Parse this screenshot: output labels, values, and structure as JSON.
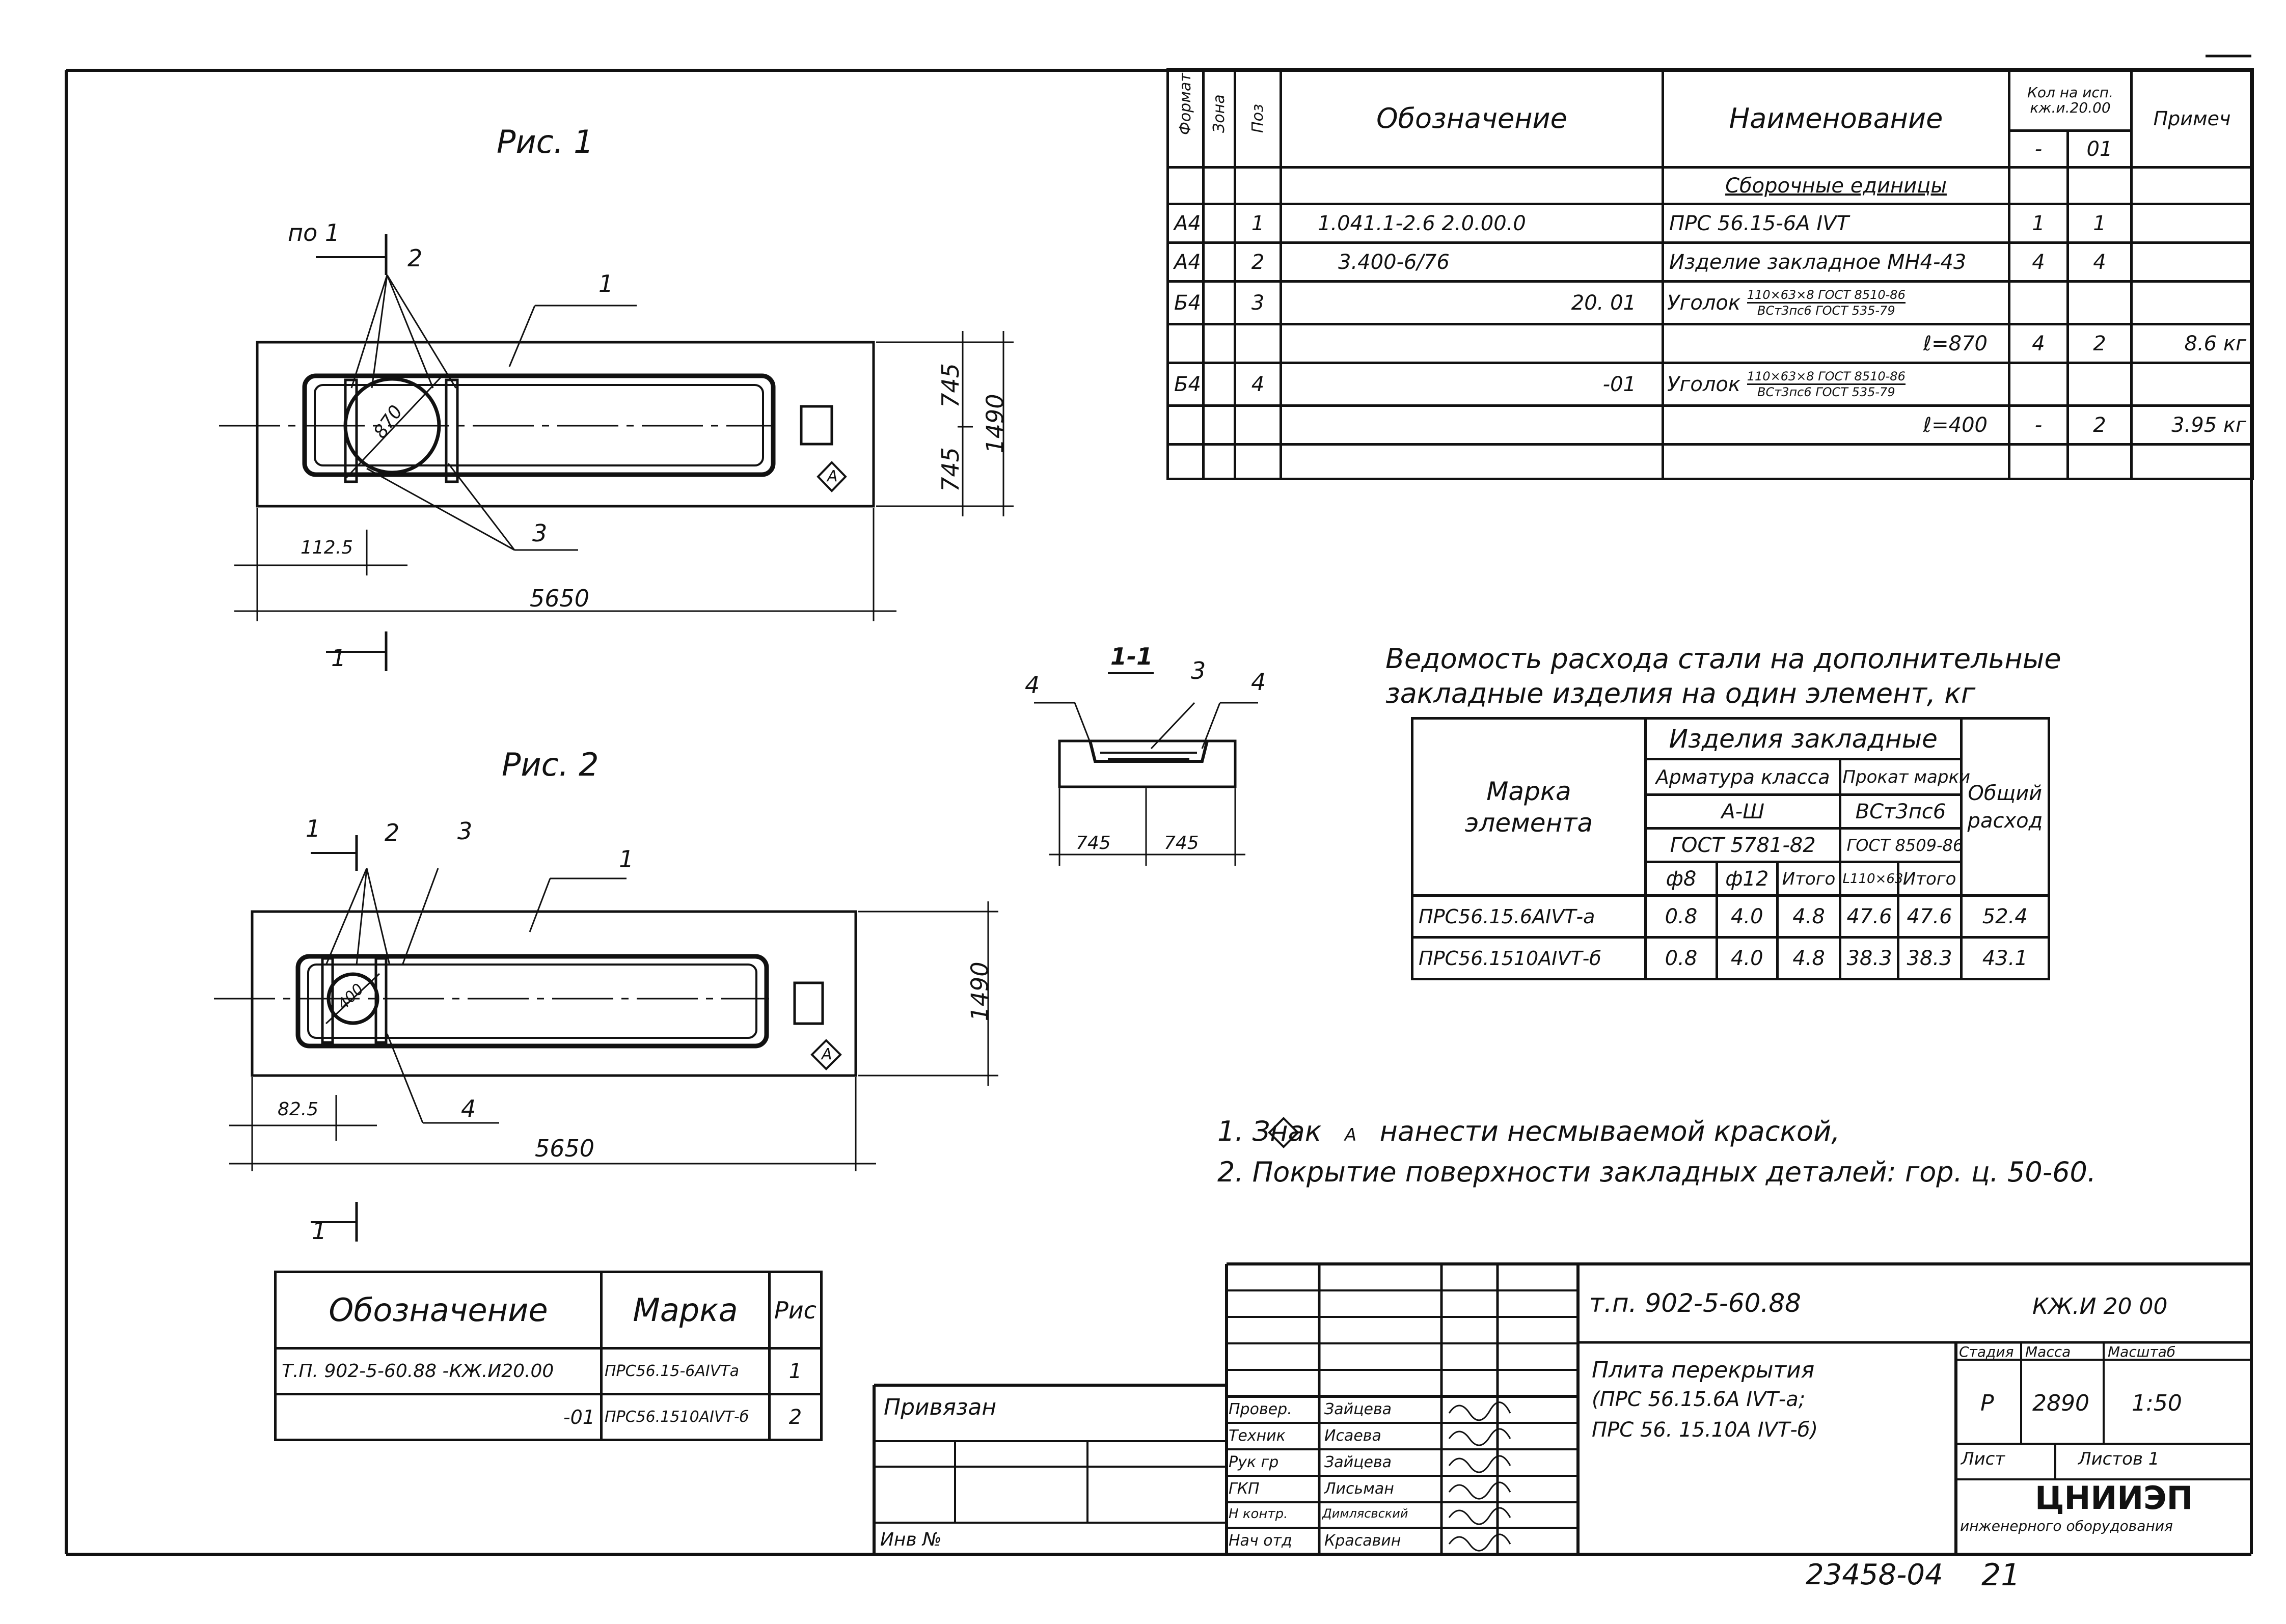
{
  "spec": {
    "headers": {
      "format": "Формат",
      "zone": "Зона",
      "pos": "Поз",
      "designation": "Обозначение",
      "name": "Наименование",
      "qty": "Кол на исп. кж.и.20.00",
      "qty_a": "-",
      "qty_b": "01",
      "note": "Примеч"
    },
    "section": "Сборочные единицы",
    "rows": [
      {
        "format": "А4",
        "pos": "1",
        "designation": "1.041.1-2.6 2.0.00.0",
        "name": "ПРС 56.15-6А IVТ",
        "qa": "1",
        "qb": "1",
        "note": ""
      },
      {
        "format": "А4",
        "pos": "2",
        "designation": "3.400-6/76",
        "name": "Изделие закладное МН4-43",
        "qa": "4",
        "qb": "4",
        "note": ""
      },
      {
        "format": "Б4",
        "pos": "3",
        "designation": "20. 01",
        "name": "Уголок",
        "frac_top": "110×63×8 ГОСТ 8510-86",
        "frac_bottom": "ВСт3пс6 ГОСТ 535-79",
        "qa": "",
        "qb": "",
        "note": ""
      },
      {
        "format": "",
        "pos": "",
        "designation": "",
        "name": "ℓ=870",
        "qa": "4",
        "qb": "2",
        "note": "8.6 кг"
      },
      {
        "format": "Б4",
        "pos": "4",
        "designation": "-01",
        "name": "Уголок",
        "frac_top": "110×63×8 ГОСТ 8510-86",
        "frac_bottom": "ВСт3пс6 ГОСТ 535-79",
        "qa": "",
        "qb": "",
        "note": ""
      },
      {
        "format": "",
        "pos": "",
        "designation": "",
        "name": "ℓ=400",
        "qa": "-",
        "qb": "2",
        "note": "3.95 кг"
      }
    ]
  },
  "fig1": {
    "title": "Рис. 1",
    "cut_label": "по 1",
    "cut_bottom": "1",
    "callouts": [
      "2",
      "1",
      "3"
    ],
    "diameter": "870",
    "dims": {
      "h1": "745",
      "h2": "745",
      "total_h": "1490",
      "offset": "112.5",
      "length": "5650"
    }
  },
  "fig2": {
    "title": "Рис. 2",
    "cut_label": "1",
    "cut_bottom": "1",
    "callouts": [
      "2",
      "3",
      "1",
      "4"
    ],
    "diameter": "400",
    "dims": {
      "total_h": "1490",
      "offset": "82.5",
      "length": "5650"
    }
  },
  "section11": {
    "title": "1-1",
    "callouts": [
      "4",
      "3",
      "4"
    ],
    "dims": [
      "745",
      "745"
    ]
  },
  "steel": {
    "title_line1": "Ведомость расхода стали на дополнительные",
    "title_line2": "закладные изделия на один элемент, кг",
    "h_mark": "Марка элемента",
    "h_items": "Изделия закладные",
    "h_rebar": "Арматура класса",
    "h_rebar_class": "А-Ш",
    "h_rebar_gost": "ГОСТ 5781-82",
    "h_rolled": "Прокат марки",
    "h_rolled_grade": "ВСт3пс6",
    "h_rolled_gost": "ГОСТ 8509-86",
    "h_total": "Общий расход",
    "c_d8": "ф8",
    "c_d12": "ф12",
    "c_sum1": "Итого",
    "c_angle": "L110×63",
    "c_sum2": "Итого",
    "rows": [
      {
        "mark": "ПРС56.15.6АIVТ-а",
        "d8": "0.8",
        "d12": "4.0",
        "s1": "4.8",
        "ang": "47.6",
        "s2": "47.6",
        "total": "52.4"
      },
      {
        "mark": "ПРС56.1510АIVТ-б",
        "d8": "0.8",
        "d12": "4.0",
        "s1": "4.8",
        "ang": "38.3",
        "s2": "38.3",
        "total": "43.1"
      }
    ]
  },
  "notes": {
    "n1_pre": "1. Знак",
    "n1_sign": "А",
    "n1_post": "нанести несмываемой краской,",
    "n2": "2. Покрытие поверхности закладных деталей: гор. ц. 50-60."
  },
  "marks_table": {
    "h_designation": "Обозначение",
    "h_mark": "Марка",
    "h_fig": "Рис",
    "rows": [
      {
        "designation": "Т.П. 902-5-60.88 -КЖ.И20.00",
        "mark": "ПРС56.15-6АIVТа",
        "fig": "1"
      },
      {
        "designation": "-01",
        "mark": "ПРС56.1510АIVТ-б",
        "fig": "2"
      }
    ]
  },
  "stamp": {
    "privyazan": "Привязан",
    "inv": "Инв №",
    "doc_code": "т.п. 902-5-60.88",
    "sheet_code": "КЖ.И 20 00",
    "title_line1": "Плита перекрытия",
    "title_line2": "(ПРС 56.15.6А IVТ-а;",
    "title_line3": "ПРС 56. 15.10А IVТ-б)",
    "h_stage": "Стадия",
    "h_mass": "Масса",
    "h_scale": "Масштаб",
    "stage": "Р",
    "mass": "2890",
    "scale": "1:50",
    "sheet": "Лист",
    "sheets": "Листов 1",
    "org": "ЦНИИЭП",
    "org_sub": "инженерного оборудования",
    "people": [
      {
        "role": "Провер.",
        "name": "Зайцева"
      },
      {
        "role": "Техник",
        "name": "Исаева"
      },
      {
        "role": "Рук гр",
        "name": "Зайцева"
      },
      {
        "role": "ГКП",
        "name": "Лисьман"
      },
      {
        "role": "Н контр.",
        "name": "Димлясвский"
      },
      {
        "role": "Нач отд",
        "name": "Красавин"
      }
    ]
  },
  "footer": {
    "number": "23458-04",
    "page": "21"
  },
  "colors": {
    "ink": "#111111",
    "paper": "#ffffff"
  }
}
